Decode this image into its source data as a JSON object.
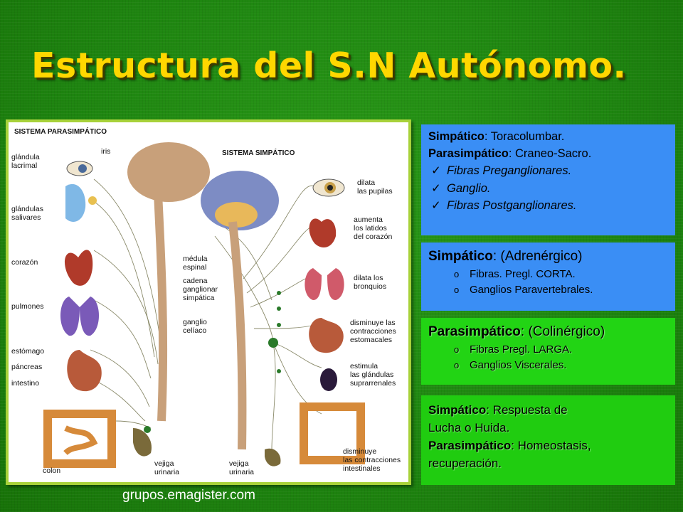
{
  "title": "Estructura del S.N Autónomo.",
  "credit": "grupos.emagister.com",
  "diagram": {
    "parasympathetic_heading": "SISTEMA PARASIMPÁTICO",
    "sympathetic_heading": "SISTEMA SIMPÁTICO",
    "left_labels": {
      "iris": "iris",
      "glandula_1": "glándula",
      "glandula_2": "lacrimal",
      "glandulas_1": "glándulas",
      "glandulas_2": "salivares",
      "corazon": "corazón",
      "pulmones": "pulmones",
      "estomago": "estómago",
      "pancreas": "páncreas",
      "intestino": "intestino",
      "colon": "colon",
      "vejiga1_1": "vejiga",
      "vejiga1_2": "urinaria"
    },
    "center_labels": {
      "medula_1": "médula",
      "medula_2": "espinal",
      "cadena_1": "cadena",
      "cadena_2": "ganglionar",
      "cadena_3": "simpática",
      "ganglio_1": "ganglio",
      "ganglio_2": "celíaco",
      "vejiga2_1": "vejiga",
      "vejiga2_2": "urinaria"
    },
    "right_labels": {
      "dilata_1": "dilata",
      "dilata_2": "las pupilas",
      "aumenta_1": "aumenta",
      "aumenta_2": "los latidos",
      "aumenta_3": "del corazón",
      "bronq_1": "dilata los",
      "bronq_2": "bronquios",
      "dism_1": "disminuye las",
      "dism_2": "contracciones",
      "dism_3": "estomacales",
      "estim_1": "estimula",
      "estim_2": "las glándulas",
      "estim_3": "suprarrenales",
      "dint_1": "disminuye",
      "dint_2": "las contracciones",
      "dint_3": "intestinales"
    }
  },
  "box1": {
    "line1_bold": "Simpático",
    "line1_rest": ": Toracolumbar.",
    "line2_bold": "Parasimpático",
    "line2_rest": ": Craneo-Sacro.",
    "check_icon": "✓",
    "items": [
      "Fibras Preganglionares.",
      "Ganglio.",
      "Fibras Postganglionares."
    ]
  },
  "box2": {
    "head_bold": "Simpático",
    "head_rest": ": (Adrenérgico)",
    "bullet": "o",
    "items": [
      "Fibras. Pregl. CORTA.",
      "Ganglios Paravertebrales."
    ]
  },
  "box3": {
    "head_bold": "Parasimpático",
    "head_rest": ": (Colinérgico)",
    "bullet": "o",
    "items": [
      "Fibras Pregl. LARGA.",
      "Ganglios Viscerales."
    ]
  },
  "box4": {
    "l1_bold": "Simpático",
    "l1_rest": ": Respuesta de",
    "l2": "Lucha o Huida.",
    "l3_bold": "Parasimpático",
    "l3_rest": ": Homeostasis,",
    "l4": "recuperación."
  },
  "colors": {
    "background": "#1f8a12",
    "title": "#ffd700",
    "blue_box": "#3a8ef5",
    "green_box": "#22d414"
  }
}
